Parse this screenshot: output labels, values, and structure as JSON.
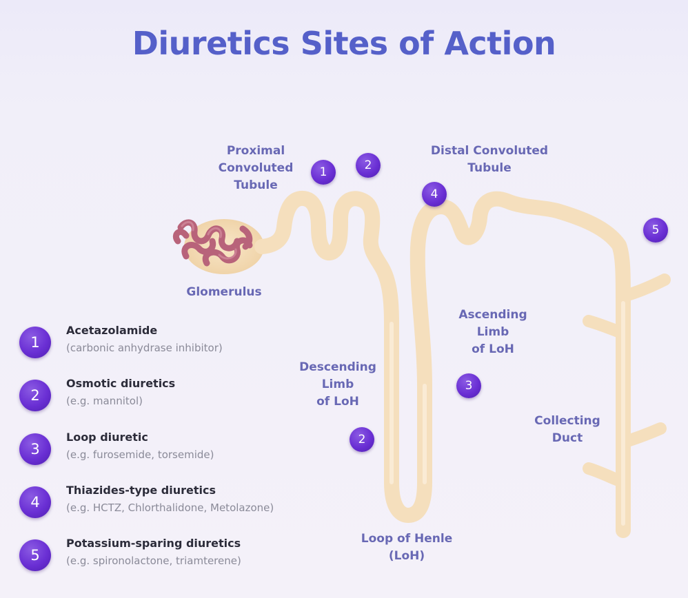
{
  "title": "Diuretics Sites of Action",
  "labels": {
    "pct": "Proximal\nConvoluted\nTubule",
    "dct": "Distal Convoluted\nTubule",
    "glomerulus": "Glomerulus",
    "ascending": "Ascending\nLimb\nof LoH",
    "descending": "Descending\nLimb\nof LoH",
    "collecting": "Collecting\nDuct",
    "loop": "Loop of Henle\n(LoH)"
  },
  "site_markers": [
    "1",
    "2",
    "4",
    "5",
    "3",
    "2"
  ],
  "legend": [
    {
      "number": "1",
      "name": "Acetazolamide",
      "desc": "(carbonic anhydrase inhibitor)"
    },
    {
      "number": "2",
      "name": "Osmotic diuretics",
      "desc": "(e.g. mannitol)"
    },
    {
      "number": "3",
      "name": "Loop diuretic",
      "desc": "(e.g. furosemide, torsemide)"
    },
    {
      "number": "4",
      "name": "Thiazides-type diuretics",
      "desc": "(e.g. HCTZ, Chlorthalidone, Metolazone)"
    },
    {
      "number": "5",
      "name": "Potassium-sparing diuretics",
      "desc": "(e.g. spironolactone, triamterene)"
    }
  ],
  "colors": {
    "title": "#5560c9",
    "label": "#6868b4",
    "badge": "#6a2fd4",
    "tubule": "#f5dfbd",
    "glomerulus": "#b8637a"
  }
}
